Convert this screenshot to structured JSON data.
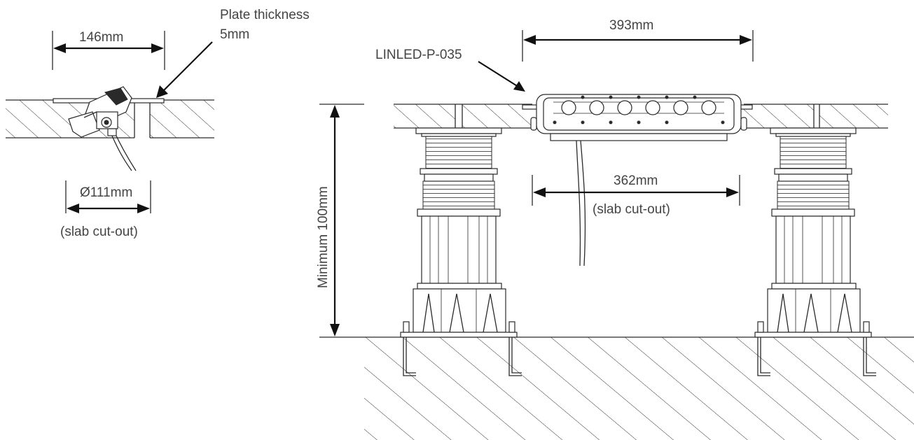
{
  "labels": {
    "plate_width": "146mm",
    "plate_thickness_line1": "Plate thickness",
    "plate_thickness_line2": "5mm",
    "cutout_diameter": "Ø111mm",
    "slab_cutout_left": "(slab cut-out)",
    "fixture_model": "LINLED-P-035",
    "fixture_width": "393mm",
    "cutout_width": "362mm",
    "slab_cutout_right": "(slab cut-out)",
    "minimum_height": "Minimum 100mm"
  }
}
